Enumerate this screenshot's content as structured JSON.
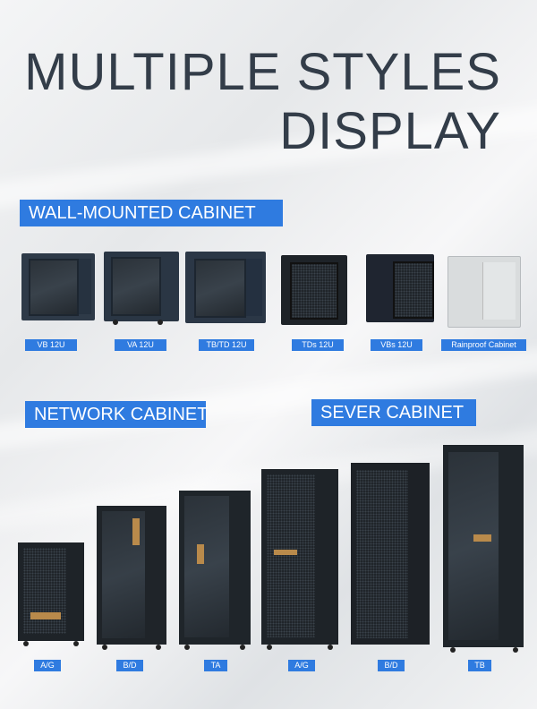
{
  "title": {
    "line1": "MULTIPLE STYLES",
    "line2": "DISPLAY"
  },
  "sections": {
    "wall": "WALL-MOUNTED CABINET",
    "network": "NETWORK CABINET",
    "server": "SEVER CABINET"
  },
  "wall_cabinets": [
    "VB 12U",
    "VA 12U",
    "TB/TD 12U",
    "TDs 12U",
    "VBs 12U",
    "Rainproof Cabinet"
  ],
  "floor_cabinets": [
    "A/G",
    "B/D",
    "TA",
    "A/G",
    "B/D",
    "TB"
  ],
  "colors": {
    "accent": "#2f7be0",
    "title": "#333d49",
    "cabinet_dark": "#1e2328",
    "cabinet_blue": "#2e3a48",
    "cabinet_grey": "#d9dcdd"
  }
}
